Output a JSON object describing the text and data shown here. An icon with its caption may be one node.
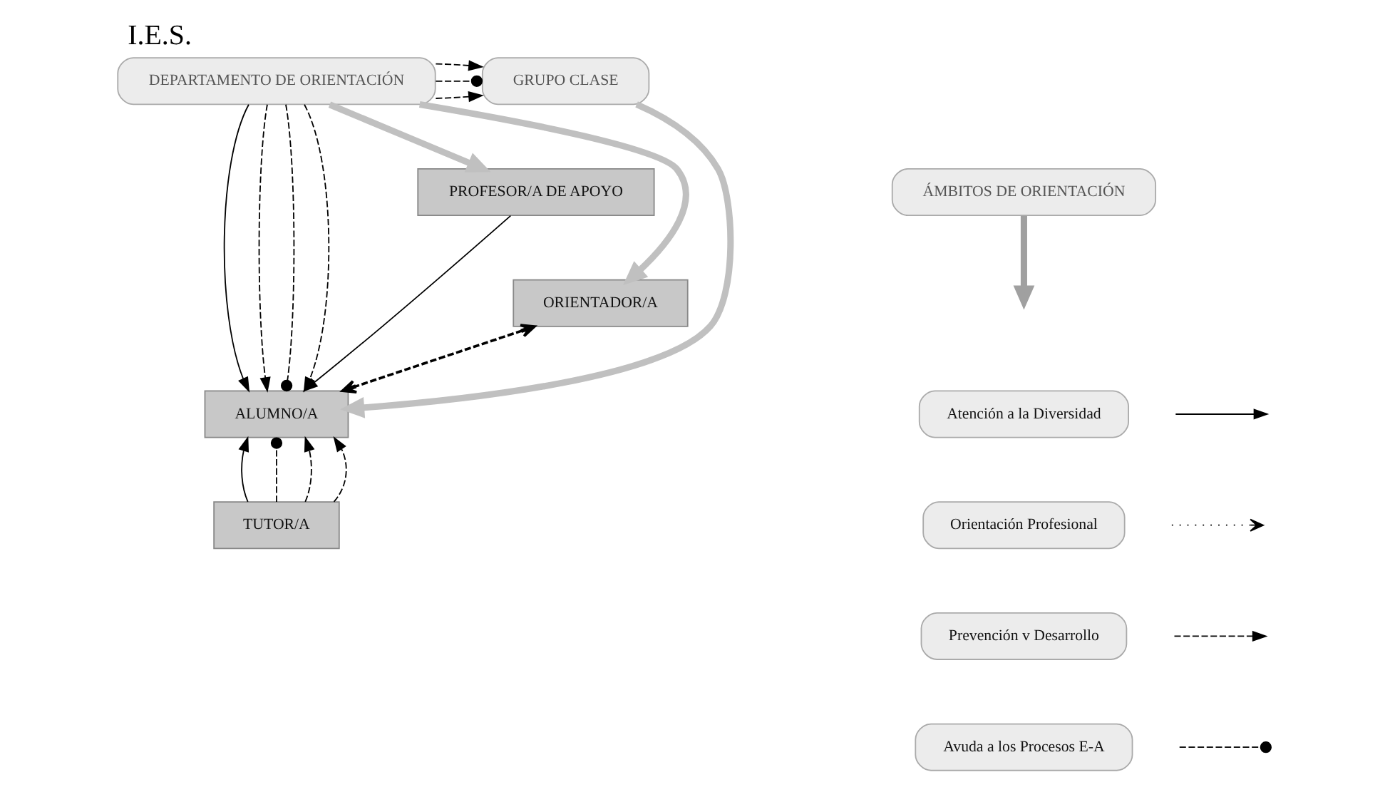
{
  "diagram": {
    "title": "I.E.S.",
    "nodes": [
      {
        "text": [
          "DEPARTAMENTO DE ORIENTACIÓN"
        ]
      },
      {
        "text": [
          "GRUPO CLASE"
        ]
      },
      {
        "text": [
          "ÁMBITOS DE ORIENTACIÓN"
        ]
      },
      {
        "text": [
          "PROFESOR/A DE APOYO"
        ]
      },
      {
        "text": [
          "ORIENTADOR/A"
        ]
      },
      {
        "text": [
          "ALUMNO/A"
        ]
      },
      {
        "text": [
          "TUTOR/A"
        ]
      }
    ],
    "edges": [
      {
        "from": 0,
        "to": 1,
        "arrow": "to",
        "style": "dashed"
      },
      {
        "from": 0,
        "to": 1,
        "arrow": "other",
        "style": "dashed"
      },
      {
        "from": 0,
        "to": 1,
        "arrow": "to",
        "style": "dashed"
      },
      {
        "from": 0,
        "to": 4,
        "arrow": "to",
        "style": "thick",
        "color": "#c0c0c0"
      },
      {
        "from": 0,
        "to": 3,
        "arrow": "to",
        "style": "thick",
        "color": "#c0c0c0"
      },
      {
        "from": 0,
        "to": 5,
        "arrow": "to"
      },
      {
        "from": 0,
        "to": 5,
        "arrow": "to",
        "style": "dashed"
      },
      {
        "from": 0,
        "to": 5,
        "arrow": "other",
        "style": "dashed"
      },
      {
        "from": 0,
        "to": 5,
        "arrow": "to",
        "style": "dashed"
      },
      {
        "from": 1,
        "to": 5,
        "arrow": "to",
        "style": "thick",
        "color": "#c0c0c0"
      },
      {
        "from": 2,
        "to": null,
        "arrow": "to",
        "style": "thick",
        "color": "#a0a0a0"
      },
      {
        "from": 3,
        "to": 5,
        "arrow": "to"
      },
      {
        "from": 4,
        "to": 5,
        "arrow": "both",
        "style": "dashed"
      },
      {
        "from": 6,
        "to": 5,
        "arrow": "to"
      },
      {
        "from": 6,
        "to": 5,
        "arrow": "other",
        "style": "dashed"
      },
      {
        "from": 6,
        "to": 5,
        "arrow": "to",
        "style": "dashed"
      },
      {
        "from": 6,
        "to": 5,
        "arrow": "to",
        "style": "dashed"
      }
    ],
    "legend": [
      {
        "text": "Atención a la Diversidad"
      },
      {
        "text": "Orientación Profesional"
      },
      {
        "text": "Prevención v Desarrollo"
      },
      {
        "text": "Avuda a los Procesos E-A"
      }
    ]
  }
}
